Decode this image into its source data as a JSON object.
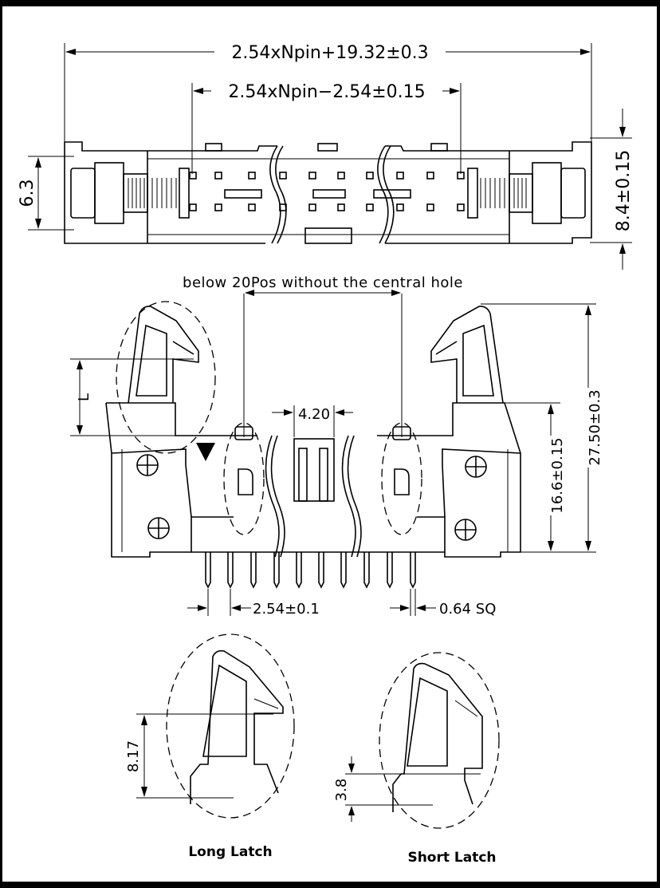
{
  "dimensions": {
    "overall_length": "2.54xNpin+19.32±0.3",
    "pin_span": "2.54xNpin−2.54±0.15",
    "body_width": "6.3",
    "overall_width": "8.4±0.15",
    "latch_length": "L",
    "center_hole_width": "4.20",
    "body_height": "16.6±0.15",
    "overall_height": "27.50±0.3",
    "pin_pitch": "2.54±0.1",
    "pin_square": "0.64 SQ",
    "long_latch_height": "8.17",
    "short_latch_height": "3.8"
  },
  "notes": {
    "central_hole": "below 20Pos without the central hole"
  },
  "captions": {
    "long_latch": "Long Latch",
    "short_latch": "Short Latch"
  },
  "colors": {
    "frame": "#000000",
    "background": "#ffffff",
    "line": "#000000"
  }
}
